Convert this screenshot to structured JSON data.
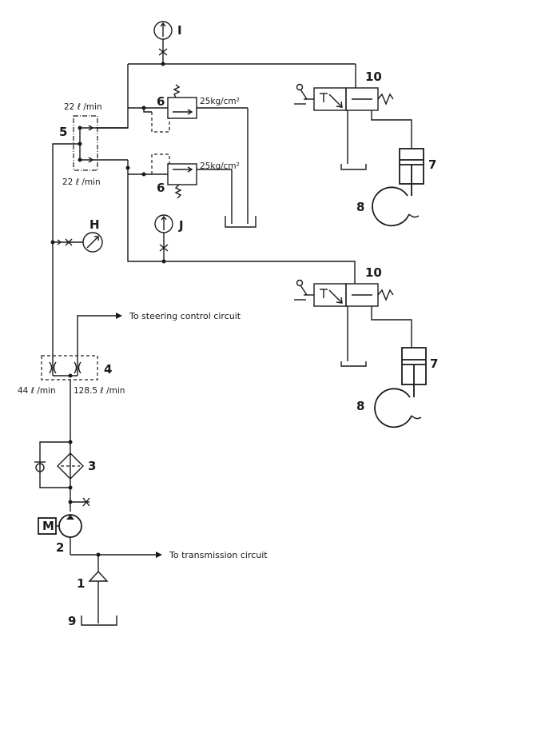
{
  "numbers": {
    "n1": "1",
    "n2": "2",
    "n3": "3",
    "n4": "4",
    "n5": "5",
    "n6a": "6",
    "n6b": "6",
    "n7a": "7",
    "n7b": "7",
    "n8a": "8",
    "n8b": "8",
    "n9": "9",
    "n10a": "10",
    "n10b": "10"
  },
  "gauges": {
    "I": "I",
    "H": "H",
    "J": "J"
  },
  "flows": {
    "top": "22 ℓ /min",
    "bottom": "22 ℓ /min",
    "left": "44 ℓ /min",
    "right": "128.5 ℓ /min"
  },
  "pressures": {
    "upper": "25kg/cm²",
    "lower": "25kg/cm²"
  },
  "circuits": {
    "steering": "To steering control circuit",
    "transmission": "To transmission circuit"
  },
  "motor": "M"
}
